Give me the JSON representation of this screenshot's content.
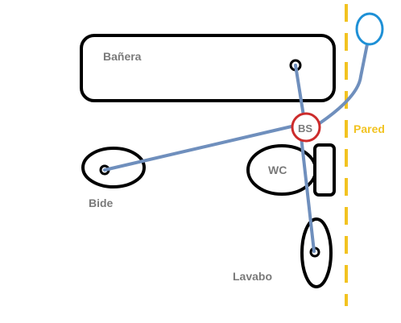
{
  "labels": {
    "banera": "Bañera",
    "bide": "Bide",
    "wc": "WC",
    "lavabo": "Lavabo",
    "bs": "BS",
    "pared": "Pared"
  },
  "colors": {
    "outline": "#000000",
    "pipe": "#6f8fbd",
    "bs_ring": "#cc2b2b",
    "wall": "#f2c321",
    "vent": "#1e90d6",
    "label": "#7a7a7a"
  }
}
